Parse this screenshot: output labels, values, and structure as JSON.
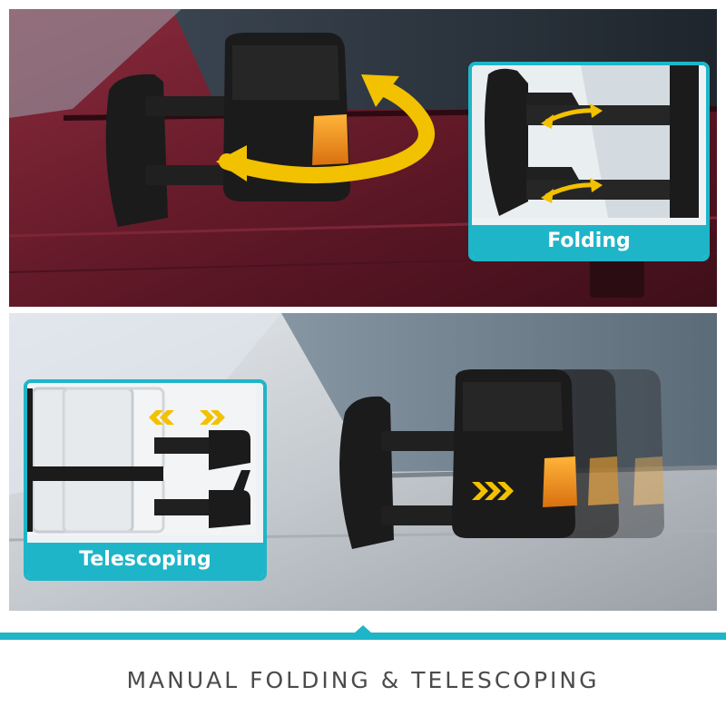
{
  "insets": {
    "folding_label": "Folding",
    "telescoping_label": "Telescoping"
  },
  "footer": {
    "title": "MANUAL FOLDING & TELESCOPING"
  },
  "colors": {
    "accent": "#1fb5c8",
    "arrow": "#f2c100",
    "signal": "#f29a1a",
    "mirror": "#1b1b1b",
    "truck_red": "#6e1f2f",
    "truck_silver": "#c9ced3"
  },
  "icons": [
    "rotate-arrow-icon",
    "double-arrow-icon",
    "chevron-right-icon",
    "chevron-left-icon"
  ]
}
